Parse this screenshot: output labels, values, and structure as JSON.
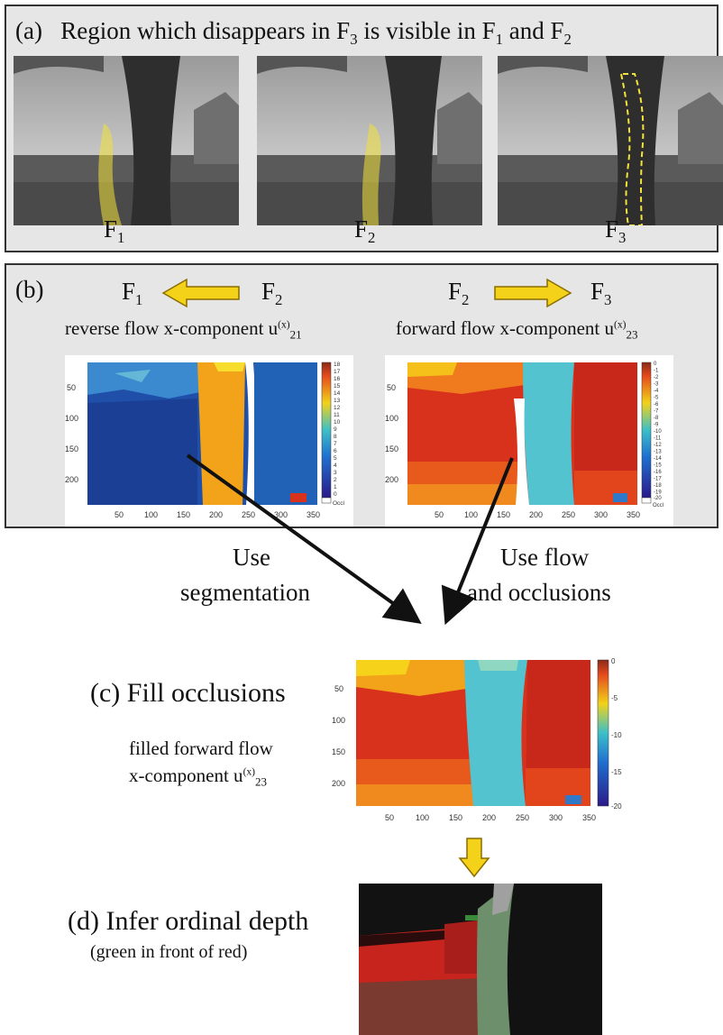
{
  "panel_a": {
    "label": "(a)",
    "title_pre": "Region which disappears in F",
    "title_sub1": "3",
    "title_mid": " is visible in F",
    "title_sub2": "1",
    "title_and": " and F",
    "title_sub3": "2",
    "frames": [
      {
        "cap": "F",
        "sub": "1"
      },
      {
        "cap": "F",
        "sub": "2"
      },
      {
        "cap": "F",
        "sub": "3"
      }
    ]
  },
  "panel_b": {
    "label": "(b)",
    "left_from": "F",
    "left_from_sub": "1",
    "left_to": "F",
    "left_to_sub": "2",
    "right_from": "F",
    "right_from_sub": "2",
    "right_to": "F",
    "right_to_sub": "3",
    "left_caption": "reverse flow x-component u",
    "left_caption_sup": "(x)",
    "left_caption_sub": "21",
    "right_caption": "forward flow x-component u",
    "right_caption_sup": "(x)",
    "right_caption_sub": "23",
    "left_plot": {
      "yticks": [
        "50",
        "100",
        "150",
        "200"
      ],
      "xticks": [
        "50",
        "100",
        "150",
        "200",
        "250",
        "300",
        "350"
      ],
      "colorbar_ticks": [
        "18",
        "17",
        "16",
        "15",
        "14",
        "13",
        "12",
        "11",
        "10",
        "9",
        "8",
        "7",
        "6",
        "5",
        "4",
        "3",
        "2",
        "1",
        "0"
      ],
      "occl_label": "Occl"
    },
    "right_plot": {
      "yticks": [
        "50",
        "100",
        "150",
        "200"
      ],
      "xticks": [
        "50",
        "100",
        "150",
        "200",
        "250",
        "300",
        "350"
      ],
      "colorbar_ticks": [
        "0",
        "-1",
        "-2",
        "-3",
        "-4",
        "-5",
        "-6",
        "-7",
        "-8",
        "-9",
        "-10",
        "-11",
        "-12",
        "-13",
        "-14",
        "-15",
        "-16",
        "-17",
        "-18",
        "-19",
        "-20"
      ],
      "occl_label": "Occl"
    }
  },
  "arrows": {
    "left_label_1": "Use",
    "left_label_2": "segmentation",
    "right_label_1": "Use flow",
    "right_label_2": "and occlusions"
  },
  "panel_c": {
    "title": "(c) Fill occlusions",
    "sub1": "filled forward flow",
    "sub2_pre": "x-component u",
    "sub2_sup": "(x)",
    "sub2_sub": "23",
    "plot": {
      "yticks": [
        "50",
        "100",
        "150",
        "200"
      ],
      "xticks": [
        "50",
        "100",
        "150",
        "200",
        "250",
        "300",
        "350"
      ],
      "colorbar_ticks": [
        "0",
        "-5",
        "-10",
        "-15",
        "-20"
      ]
    }
  },
  "panel_d": {
    "title": "(d) Infer ordinal depth",
    "subtitle": "(green in front of red)"
  },
  "colors": {
    "panel_bg": "#e6e6e6",
    "highlight_yellow": "#f3e23a",
    "arrow_yellow": "#f5d21a",
    "flow_blue": "#1f4fa8",
    "flow_red": "#d8321c",
    "flow_cyan": "#52c3cf",
    "flow_orange": "#f2a31a"
  }
}
